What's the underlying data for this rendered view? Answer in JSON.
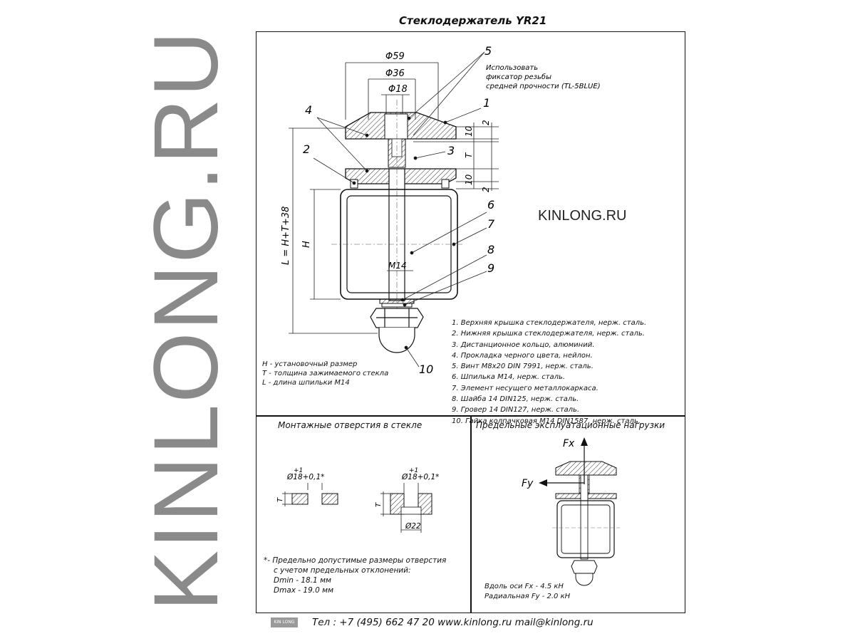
{
  "brand_vertical": "KINLONG.RU",
  "title": "Стеклодержатель YR21",
  "brand_center": "KINLONG.RU",
  "note": [
    "Использовать",
    "фиксатор резьбы",
    "средней прочности (TL-5BLUE)"
  ],
  "dims": {
    "d59": "Φ59",
    "d36": "Φ36",
    "d18": "Φ18",
    "ten": "10",
    "two": "2",
    "t": "T",
    "h": "H",
    "l": "L = H+T+38",
    "m14": "M14"
  },
  "callouts": [
    "1",
    "2",
    "3",
    "4",
    "5",
    "6",
    "7",
    "8",
    "9",
    "10"
  ],
  "parts_list": [
    "1. Верхняя крышка стеклодержателя, нерж. сталь.",
    "2. Нижняя крышка стеклодержателя, нерж. сталь.",
    "3. Дистанционное кольцо, алюминий.",
    "4. Прокладка черного цвета, нейлон.",
    "5. Винт M8x20 DIN 7991, нерж. сталь.",
    "6. Шпилька M14, нерж. сталь.",
    "7. Элемент несущего металлокаркаса.",
    "8.  Шайба 14 DIN125, нерж. сталь.",
    "9.  Гровер 14 DIN127, нерж. сталь.",
    "10. Гайка колпачковая M14 DIN1587, нерж. сталь."
  ],
  "legend": [
    "H - установочный размер",
    "T - толщина зажимаемого стекла",
    "L - длина шпильки M14"
  ],
  "holes_section": {
    "title": "Монтажные отверстия в стекле",
    "tol_plus": "+1",
    "hole_label": "Ø18+0,1*",
    "t_label": "T",
    "d22": "Ø22",
    "footnote": [
      "*- Предельно допустимые размеры отверстия",
      "с учетом предельных отклонений:",
      "Dmin - 18.1 мм",
      "Dmax - 19.0 мм"
    ]
  },
  "loads_section": {
    "title": "Предельные эксплуатационные нагрузки",
    "fx": "Fx",
    "fy": "Fy",
    "lines": [
      "Вдоль оси Fx - 4.5 кН",
      "Радиальная Fy - 2.0 кН"
    ]
  },
  "footer": {
    "logo_text": "KIN LONG",
    "contacts": "Тел : +7 (495) 662 47 20 www.kinlong.ru  mail@kinlong.ru"
  }
}
